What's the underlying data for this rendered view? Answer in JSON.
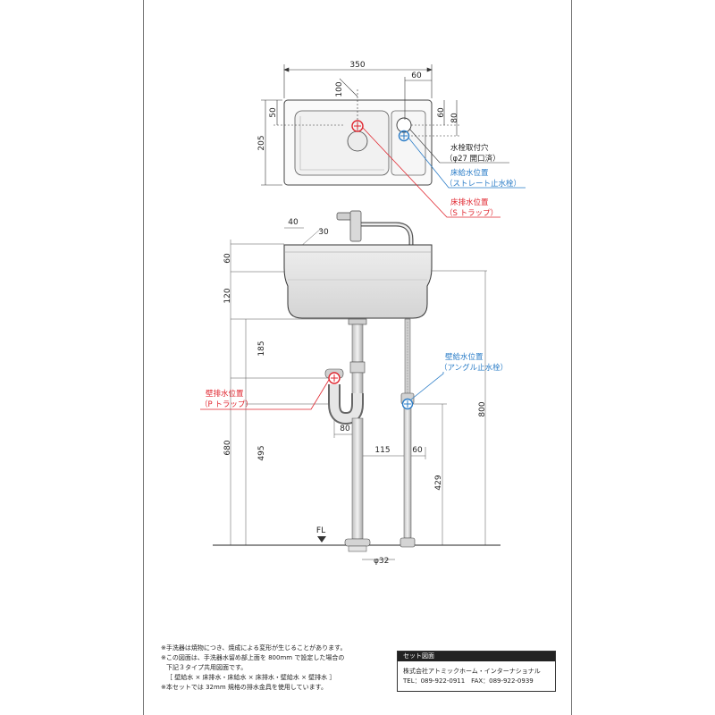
{
  "top_view": {
    "dims": {
      "width_350": "350",
      "dim_60_top": "60",
      "dim_100": "100",
      "dim_50": "50",
      "dim_205": "205",
      "dim_60_right": "60",
      "dim_80": "80"
    },
    "callouts": {
      "faucet_hole": "水栓取付穴",
      "faucet_hole_spec": "（φ27 開口済）",
      "floor_supply": "床給水位置",
      "floor_supply_type": "（ストレート止水栓）",
      "floor_drain": "床排水位置",
      "floor_drain_type": "（S トラップ）"
    }
  },
  "front_view": {
    "dims": {
      "dim_40": "40",
      "dim_30": "30",
      "dim_60_left": "60",
      "dim_120": "120",
      "dim_185": "185",
      "dim_680": "680",
      "dim_495": "495",
      "dim_80_trap": "80",
      "dim_115": "115",
      "dim_60_mid": "60",
      "dim_429": "429",
      "dim_800": "800",
      "fl_label": "FL",
      "dim_32": "φ32"
    },
    "callouts": {
      "wall_drain": "壁排水位置",
      "wall_drain_type": "（P トラップ）",
      "wall_supply": "壁給水位置",
      "wall_supply_type": "（アングル止水栓）"
    }
  },
  "notes": [
    "※手洗器は焼物につき、焼成による変形が生じることがあります。",
    "※この図面は、手洗器水留め部上面を 800mm で設定した場合の",
    "下記３タイプ共用図面です。",
    "［ 壁給水 × 床排水・床給水 × 床排水・壁給水 × 壁排水 ］",
    "※本セットでは 32mm 規格の排水金具を使用しています。"
  ],
  "title_block": {
    "header": "セット図面",
    "company": "株式会社アトミックホーム・インターナショナル",
    "contact": "TEL：089-922-0911　FAX：089-922-0939"
  },
  "colors": {
    "drain_red": "#e0262f",
    "supply_blue": "#2a7cc7",
    "line": "#333333"
  }
}
